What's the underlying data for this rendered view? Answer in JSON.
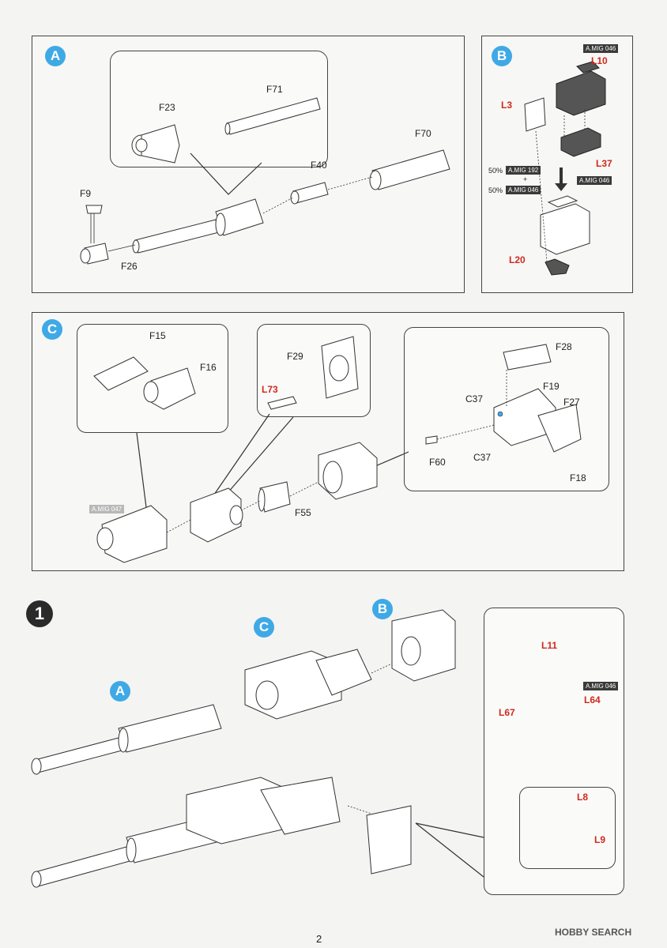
{
  "sections": {
    "A": {
      "badge": "A",
      "parts": [
        "F23",
        "F71",
        "F70",
        "F40",
        "F9",
        "F26"
      ]
    },
    "B": {
      "badge": "B",
      "parts": [
        "L10",
        "L3",
        "L37",
        "L20"
      ],
      "paints": [
        "A.MIG 046",
        "A.MIG 192",
        "A.MIG 046",
        "A.MIG 046"
      ],
      "ratio_top": "50%",
      "ratio_plus": "+",
      "ratio_bottom": "50%"
    },
    "C": {
      "badge": "C",
      "parts": [
        "F15",
        "F16",
        "F29",
        "L73",
        "F28",
        "F19",
        "C37",
        "F27",
        "F60",
        "C37",
        "F18",
        "F55"
      ],
      "paint": "A.MIG 047"
    },
    "step1": {
      "number": "1",
      "badges": [
        "C",
        "B",
        "A"
      ],
      "parts": [
        "L11",
        "L64",
        "L67",
        "L8",
        "L9"
      ],
      "paint": "A.MIG 046"
    }
  },
  "footer": {
    "page_number": "2",
    "watermark": "HOBBY SEARCH"
  },
  "colors": {
    "badge_blue": "#3fa9e6",
    "label_red": "#d0281e",
    "paint_chip": "#3a3a3a"
  }
}
